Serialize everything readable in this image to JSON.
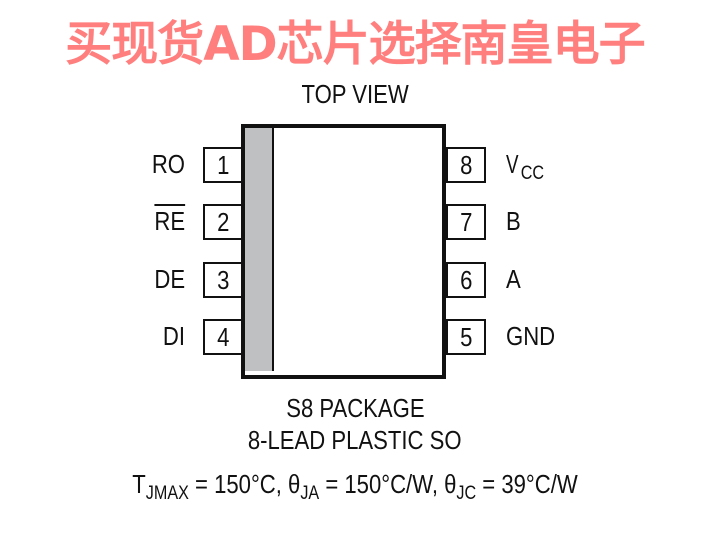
{
  "watermark": "买现货AD芯片选择南皇电子",
  "title": "TOP VIEW",
  "left_pins": [
    {
      "num": "1",
      "label": "RO",
      "overbar": false
    },
    {
      "num": "2",
      "label": "RE",
      "overbar": true
    },
    {
      "num": "3",
      "label": "DE",
      "overbar": false
    },
    {
      "num": "4",
      "label": "DI",
      "overbar": false
    }
  ],
  "right_pins": [
    {
      "num": "8",
      "label": "V",
      "sub": "CC"
    },
    {
      "num": "7",
      "label": "B"
    },
    {
      "num": "6",
      "label": "A"
    },
    {
      "num": "5",
      "label": "GND"
    }
  ],
  "package": {
    "line1": "S8 PACKAGE",
    "line2": "8-LEAD PLASTIC SO"
  },
  "thermal": {
    "t": "T",
    "t_sub": "JMAX",
    "t_val": " = 150°C, ",
    "ja": "θ",
    "ja_sub": "JA",
    "ja_val": " = 150°C/W, ",
    "jc": "θ",
    "jc_sub": "JC",
    "jc_val": " = 39°C/W"
  },
  "colors": {
    "watermark": "#ff7f7f",
    "strip": "#bfc0c1"
  }
}
